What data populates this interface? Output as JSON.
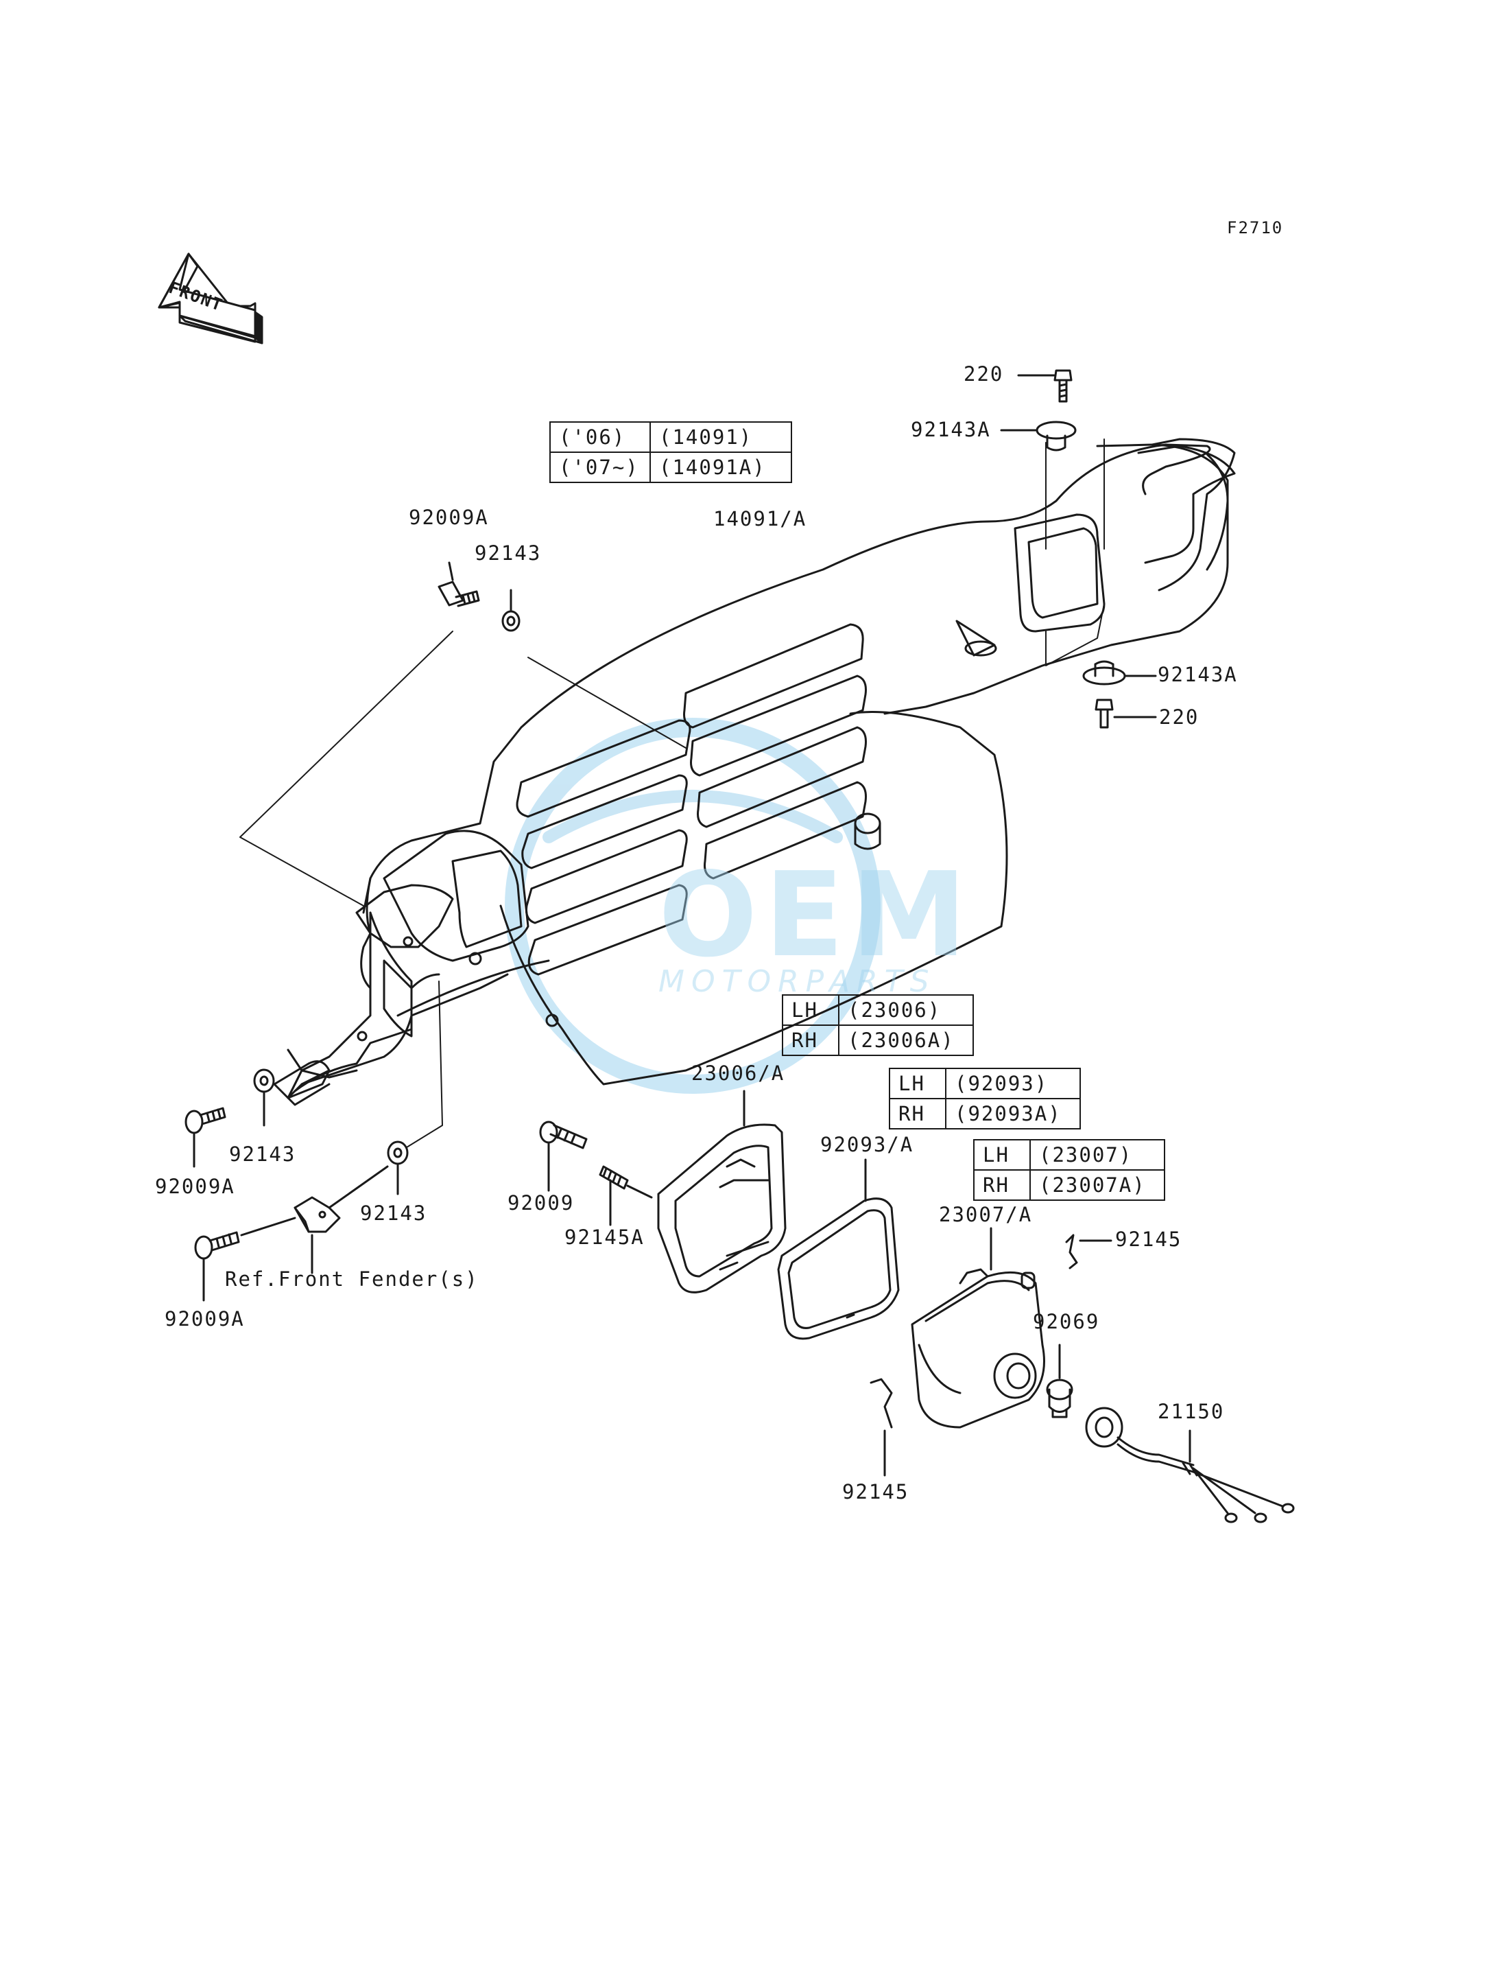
{
  "figure_code": "F2710",
  "front_arrow_label": "FRONT",
  "tables": {
    "cover": [
      {
        "col1": "('06)",
        "col2": "(14091)"
      },
      {
        "col1": "('07~)",
        "col2": "(14091A)"
      }
    ],
    "lens_frame": [
      {
        "col1": "LH",
        "col2": "(23006)"
      },
      {
        "col1": "RH",
        "col2": "(23006A)"
      }
    ],
    "gasket": [
      {
        "col1": "LH",
        "col2": "(92093)"
      },
      {
        "col1": "RH",
        "col2": "(92093A)"
      }
    ],
    "headlamp": [
      {
        "col1": "LH",
        "col2": "(23007)"
      },
      {
        "col1": "RH",
        "col2": "(23007A)"
      }
    ]
  },
  "part_labels": {
    "p220_top": "220",
    "p92143A_top": "92143A",
    "p14091A": "14091/A",
    "p92009A_top": "92009A",
    "p92143_top": "92143",
    "p92143A_right": "92143A",
    "p220_right": "220",
    "p92009A_left": "92009A",
    "p92143_left": "92143",
    "p92143_mid": "92143",
    "p92009A_bottom": "92009A",
    "ref_fender": "Ref.Front Fender(s)",
    "p92009": "92009",
    "p92145A": "92145A",
    "p23006A": "23006/A",
    "p92093A": "92093/A",
    "p23007A": "23007/A",
    "p92145_right": "92145",
    "p92069": "92069",
    "p21150": "21150",
    "p92145_bottom": "92145"
  },
  "watermark": {
    "brand": "OEM",
    "sub": "MOTORPARTS",
    "color": "#9fd3ee"
  }
}
